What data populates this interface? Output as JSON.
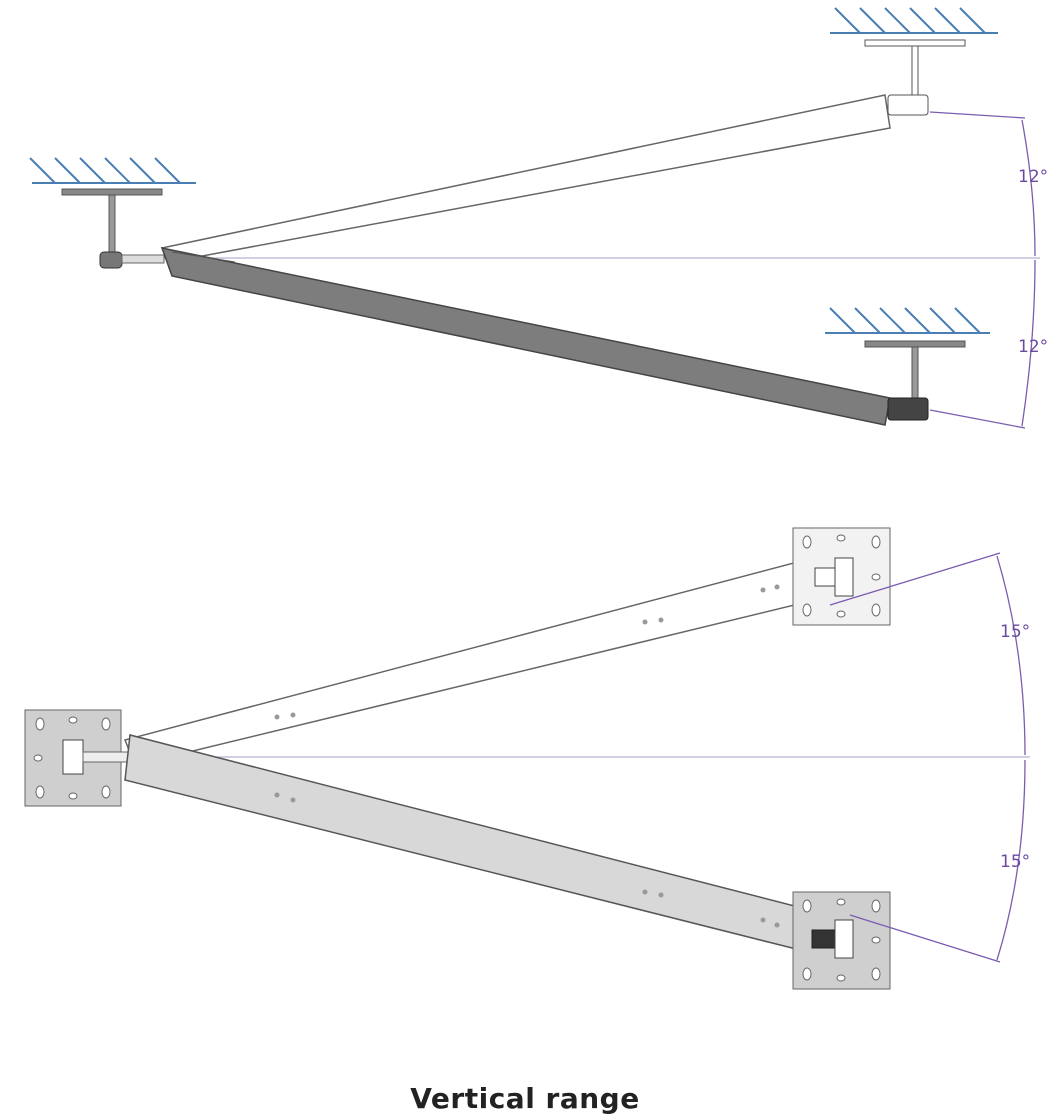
{
  "top_view": {
    "angle_up": "12°",
    "angle_down": "12°"
  },
  "bottom_view": {
    "angle_up": "15°",
    "angle_down": "15°"
  },
  "caption": "Vertical range",
  "colors": {
    "dimension": "#7a5cb0",
    "ceiling": "#4a7fb5",
    "arm_dark": "#7d7d7d",
    "arm_light": "#d6d6d6"
  }
}
